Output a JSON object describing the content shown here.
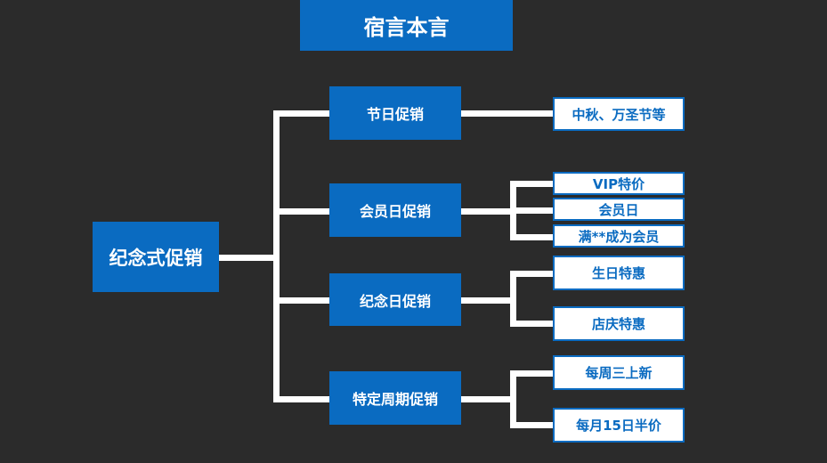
{
  "title": "宿言本言",
  "root": "纪念式促销",
  "branches": [
    {
      "label": "节日促销",
      "children": [
        "中秋、万圣节等"
      ]
    },
    {
      "label": "会员日促销",
      "children": [
        "VIP特价",
        "会员日",
        "满**成为会员"
      ]
    },
    {
      "label": "纪念日促销",
      "children": [
        "生日特惠",
        "店庆特惠"
      ]
    },
    {
      "label": "特定周期促销",
      "children": [
        "每周三上新",
        "每月15日半价"
      ]
    }
  ],
  "colors": {
    "background": "#2b2b2b",
    "node_fill": "#0a6bc1",
    "leaf_fill": "#ffffff",
    "leaf_text": "#0a6bc1",
    "connector": "#ffffff"
  }
}
